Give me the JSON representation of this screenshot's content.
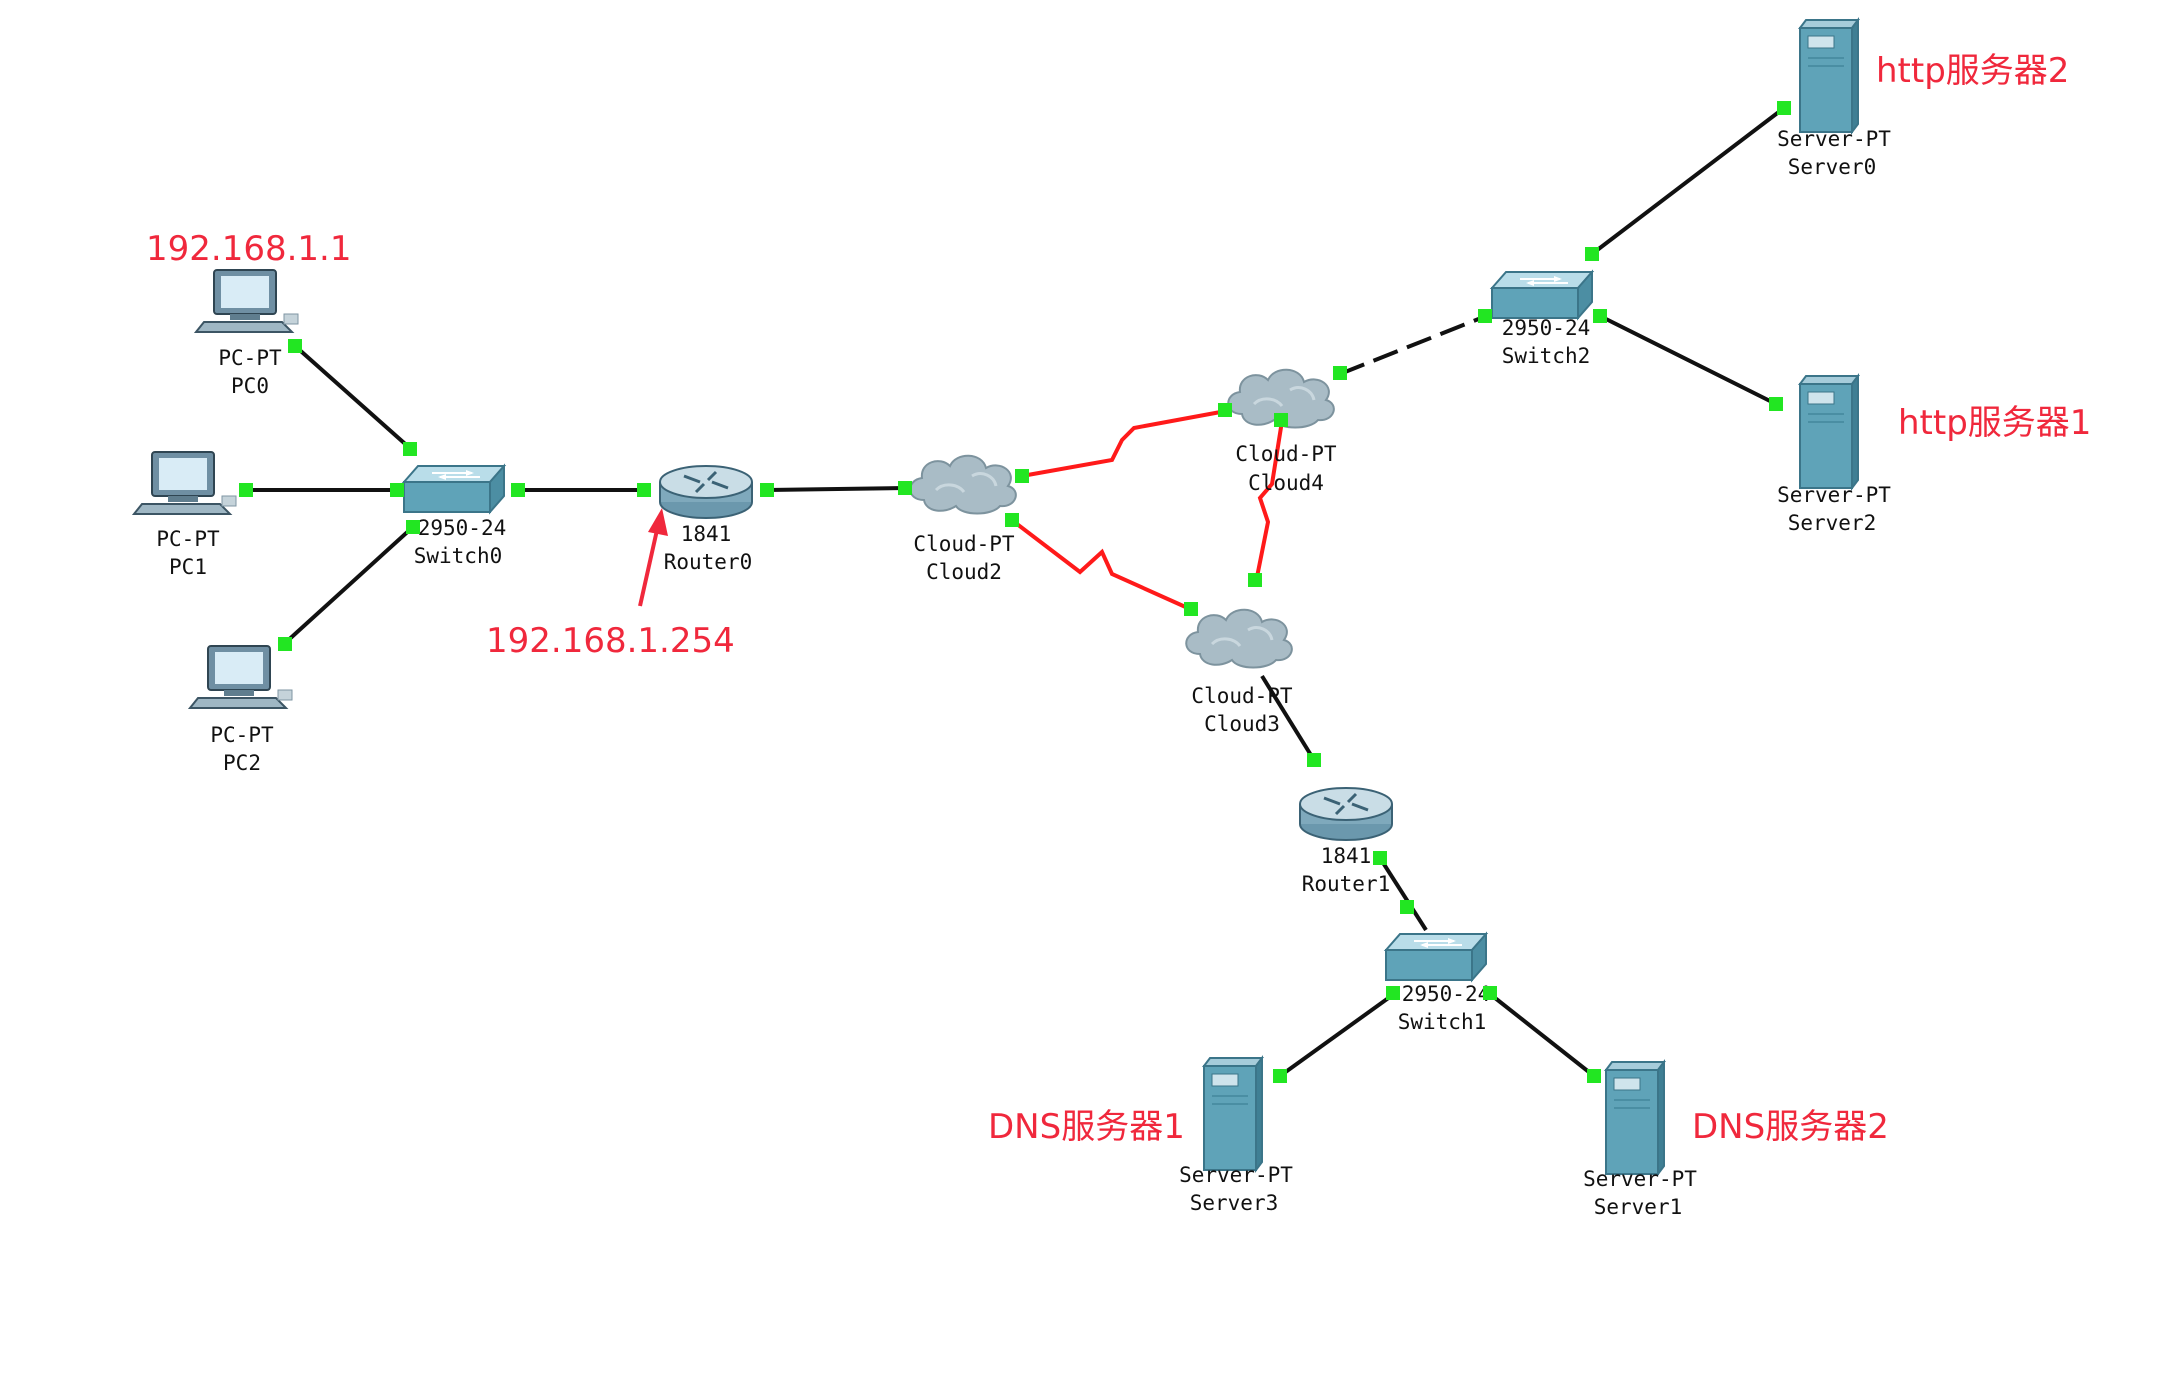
{
  "devices": {
    "pc0": {
      "model": "PC-PT",
      "name": "PC0"
    },
    "pc1": {
      "model": "PC-PT",
      "name": "PC1"
    },
    "pc2": {
      "model": "PC-PT",
      "name": "PC2"
    },
    "switch0": {
      "model": "2950-24",
      "name": "Switch0"
    },
    "router0": {
      "model": "1841",
      "name": "Router0"
    },
    "cloud2": {
      "model": "Cloud-PT",
      "name": "Cloud2"
    },
    "cloud3": {
      "model": "Cloud-PT",
      "name": "Cloud3"
    },
    "cloud4": {
      "model": "Cloud-PT",
      "name": "Cloud4"
    },
    "router1": {
      "model": "1841",
      "name": "Router1"
    },
    "switch1": {
      "model": "2950-24",
      "name": "Switch1"
    },
    "switch2": {
      "model": "2950-24",
      "name": "Switch2"
    },
    "server0": {
      "model": "Server-PT",
      "name": "Server0"
    },
    "server1": {
      "model": "Server-PT",
      "name": "Server1"
    },
    "server2": {
      "model": "Server-PT",
      "name": "Server2"
    },
    "server3": {
      "model": "Server-PT",
      "name": "Server3"
    }
  },
  "annotations": {
    "pc0_ip": "192.168.1.1",
    "router0_ip": "192.168.1.254",
    "http_server_2": "http服务器2",
    "http_server_1": "http服务器1",
    "dns_server_1": "DNS服务器1",
    "dns_server_2": "DNS服务器2"
  },
  "colors": {
    "ethernet_link": "#111111",
    "serial_link": "#ff1a1a",
    "port_up": "#22e622",
    "annotation": "#f0283c",
    "device_body": "#5fa3b8"
  }
}
